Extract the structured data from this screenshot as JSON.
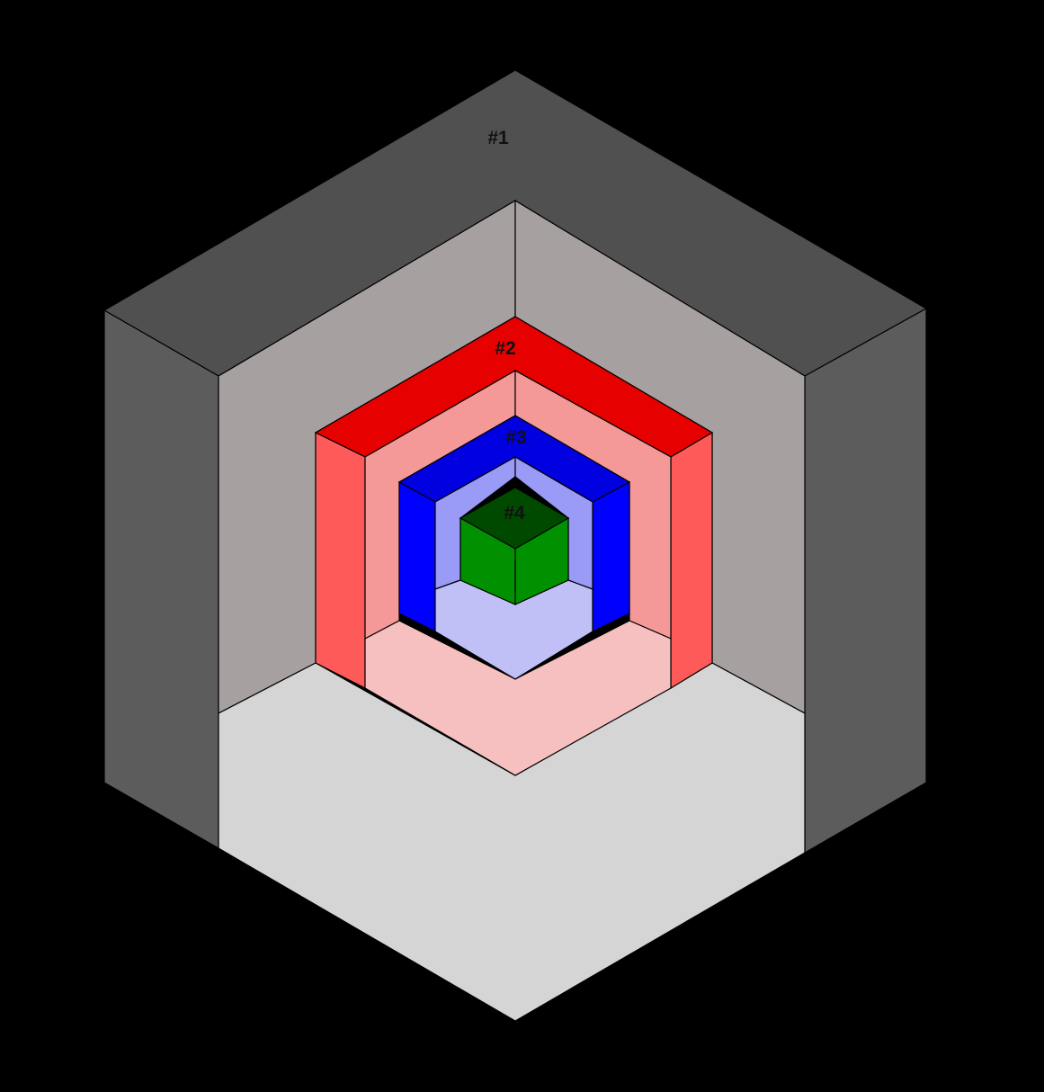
{
  "labels": {
    "l1": "#1",
    "l2": "#2",
    "l3": "#3",
    "l4": "#4"
  },
  "colors": {
    "background": "#000000",
    "box1_top": "#505050",
    "box1_side": "#5c5c5c",
    "box1_wall": "#a7a0a0",
    "box1_floor": "#d5d5d5",
    "box2_top": "#e60000",
    "box2_side": "#ff5a5a",
    "box2_wall": "#f59898",
    "box2_floor": "#f7c0c0",
    "box3_top": "#0000e0",
    "box3_side": "#0000ff",
    "box3_wall": "#9a9af7",
    "box3_floor": "#c0c0f7",
    "cube4_top": "#004a00",
    "cube4_side": "#009000"
  }
}
